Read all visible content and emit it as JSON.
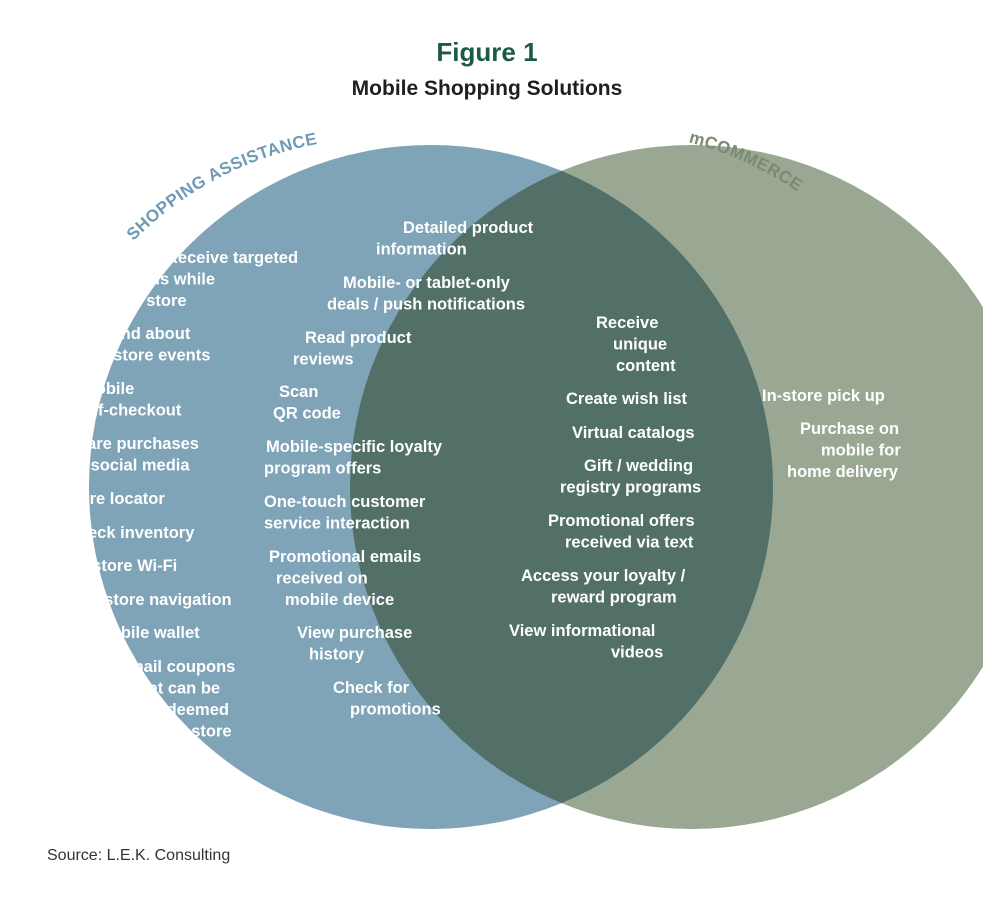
{
  "figure": {
    "label": "Figure 1",
    "title": "Mobile Shopping Solutions",
    "source": "Source: L.E.K. Consulting"
  },
  "colors": {
    "title": "#1d5a46",
    "left_circle": "#7fa3b7",
    "right_circle": "#9aa893",
    "overlap": "#527068",
    "left_label": "#6e9ab4",
    "right_label": "#7c8a72",
    "item_text": "#ffffff"
  },
  "sets": {
    "left": {
      "label": "SHOPPING ASSISTANCE",
      "items": [
        [
          "Receive targeted",
          "deals while",
          "in store"
        ],
        [
          "Find about",
          "in-store events"
        ],
        [
          "Mobile",
          "self-checkout"
        ],
        [
          "Share purchases",
          "via social media"
        ],
        [
          "Store locator"
        ],
        [
          "Check inventory"
        ],
        [
          "In-store Wi-Fi"
        ],
        [
          "In-store navigation"
        ],
        [
          "Mobile wallet"
        ],
        [
          "Email coupons",
          "that can be",
          "redeemed",
          "in store"
        ]
      ]
    },
    "right": {
      "label": "mCOMMERCE",
      "items": [
        [
          "In-store pick up"
        ],
        [
          "Purchase on",
          "mobile for",
          "home delivery"
        ]
      ]
    },
    "overlap": {
      "items_left": [
        [
          "Detailed product",
          "information"
        ],
        [
          "Mobile- or tablet-only",
          "deals / push notifications"
        ],
        [
          "Read product",
          "reviews"
        ],
        [
          "Scan",
          "QR code"
        ],
        [
          "Mobile-specific loyalty",
          "program offers"
        ],
        [
          "One-touch customer",
          "service interaction"
        ],
        [
          "Promotional emails",
          "received on",
          "mobile device"
        ],
        [
          "View purchase",
          "history"
        ],
        [
          "Check for",
          "promotions"
        ]
      ],
      "items_right": [
        [
          "Receive",
          "unique",
          "content"
        ],
        [
          "Create wish list"
        ],
        [
          "Virtual catalogs"
        ],
        [
          "Gift / wedding",
          "registry programs"
        ],
        [
          "Promotional offers",
          "received via text"
        ],
        [
          "Access your loyalty /",
          "reward program"
        ],
        [
          "View informational",
          "videos"
        ]
      ]
    }
  }
}
